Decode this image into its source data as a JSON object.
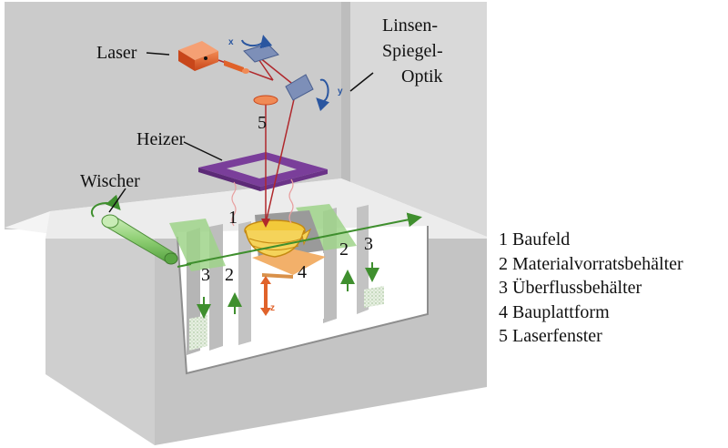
{
  "labels": {
    "laser": "Laser",
    "optics_line1": "Linsen-",
    "optics_line2": "Spiegel-",
    "optics_line3": "Optik",
    "heater": "Heizer",
    "wiper": "Wischer"
  },
  "axes": {
    "x": "x",
    "y": "y",
    "z": "z"
  },
  "markers": {
    "window": "5",
    "field": "1",
    "left_overflow": "3",
    "left_supply": "2",
    "platform": "4",
    "right_supply": "2",
    "right_overflow": "3"
  },
  "legend": [
    "1 Baufeld",
    "2 Materialvorratsbehälter",
    "3 Überflussbehälter",
    "4 Bauplattform",
    "5 Laserfenster"
  ],
  "colors": {
    "housing": "#c8c8c8",
    "housing_dark": "#a8a8a8",
    "laser_body": "#e0622a",
    "mirror": "#7d8fb8",
    "beam": "#b0282c",
    "heater": "#7a3e9a",
    "powder_green": "#9fd48a",
    "platform": "#f2b06a",
    "part": "#f2c93a",
    "arrow_green": "#3f8f2e",
    "arrow_blue": "#2a56a0"
  }
}
